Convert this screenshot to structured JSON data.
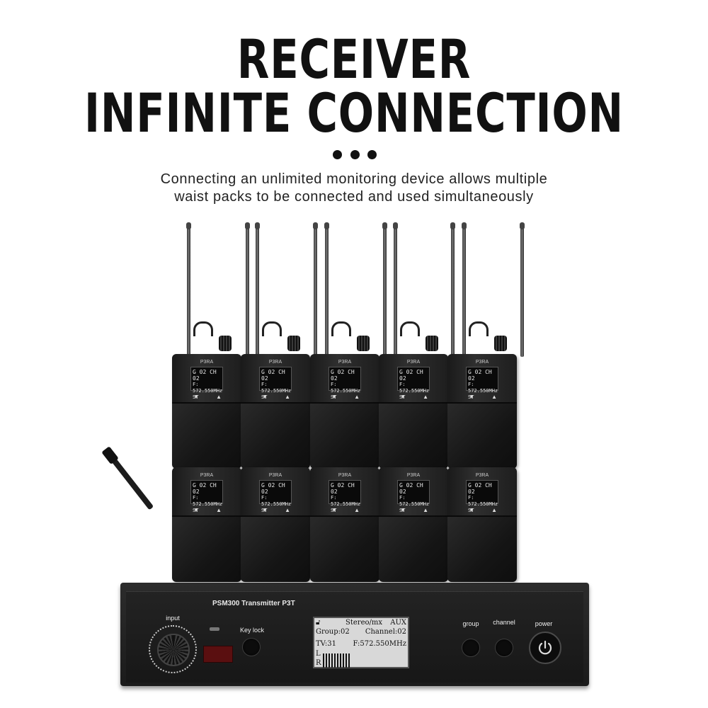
{
  "header": {
    "title_line1": "RECEIVER",
    "title_line2": "INFINITE CONNECTION",
    "subtitle_line1": "Connecting an unlimited monitoring device allows multiple",
    "subtitle_line2": "waist packs to be connected and used simultaneously"
  },
  "receiver": {
    "model": "P3RA",
    "screen_line1": "G 02  CH 02",
    "screen_line2": "F: 572.550MHz",
    "screen_line3": "ST",
    "count": 10
  },
  "transmitter": {
    "name": "PSM300 Transmitter P3T",
    "input_label": "input",
    "keylock_label": "Key lock",
    "group_label": "group",
    "channel_label": "channel",
    "power_label": "power",
    "lcd": {
      "mode": "Stereo/mx",
      "source": "AUX",
      "group": "Group:02",
      "channel": "Channel:02",
      "tv": "TV:31",
      "freq": "F:572.550MHz",
      "left": "L",
      "right": "R"
    }
  }
}
